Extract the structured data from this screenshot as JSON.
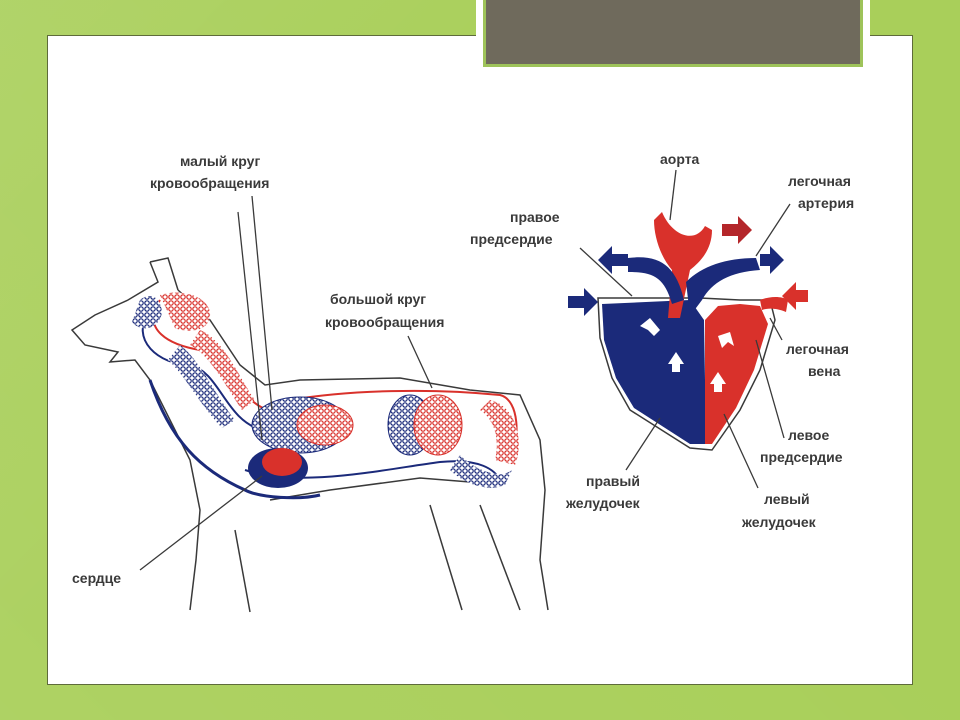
{
  "labels": {
    "small_circle_line1": "малый круг",
    "small_circle_line2": "кровообращения",
    "large_circle_line1": "большой круг",
    "large_circle_line2": "кровообращения",
    "heart": "сердце",
    "aorta": "аорта",
    "pulm_artery_line1": "легочная",
    "pulm_artery_line2": "артерия",
    "right_atrium_line1": "правое",
    "right_atrium_line2": "предсердие",
    "pulm_vein_line1": "легочная",
    "pulm_vein_line2": "вена",
    "left_atrium_line1": "левое",
    "left_atrium_line2": "предсердие",
    "right_ventricle_line1": "правый",
    "right_ventricle_line2": "желудочек",
    "left_ventricle_line1": "левый",
    "left_ventricle_line2": "желудочек"
  },
  "colors": {
    "arterial": "#d9312b",
    "venous": "#1b2a7a",
    "outline": "#3a3a3a",
    "background": "#a9cf5a"
  }
}
